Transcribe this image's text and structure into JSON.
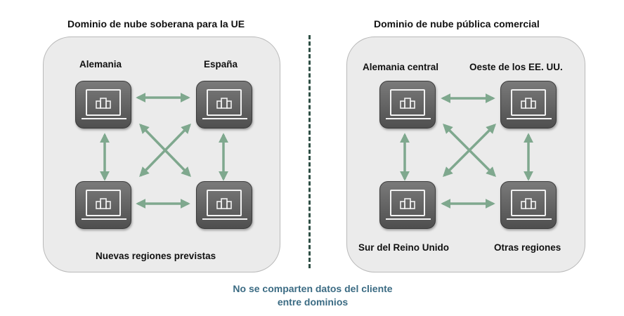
{
  "left_domain": {
    "title": "Dominio de nube soberana para la UE",
    "regions": [
      "Alemania",
      "España"
    ],
    "footer": "Nuevas regiones previstas"
  },
  "right_domain": {
    "title": "Dominio de nube pública comercial",
    "regions": [
      "Alemania central",
      "Oeste de los EE. UU.",
      "Sur del Reino Unido",
      "Otras regiones"
    ]
  },
  "footnote": {
    "line1": "No se comparten datos del cliente",
    "line2": "entre dominios"
  },
  "colors": {
    "arrow": "#7fa88e",
    "divider": "#2f4f45",
    "footnote": "#3b6b83",
    "panel": "#ebebeb",
    "node": "#5f5f5f"
  },
  "icons": [
    "server-node-icon",
    "building-icon",
    "double-arrow-icon"
  ]
}
